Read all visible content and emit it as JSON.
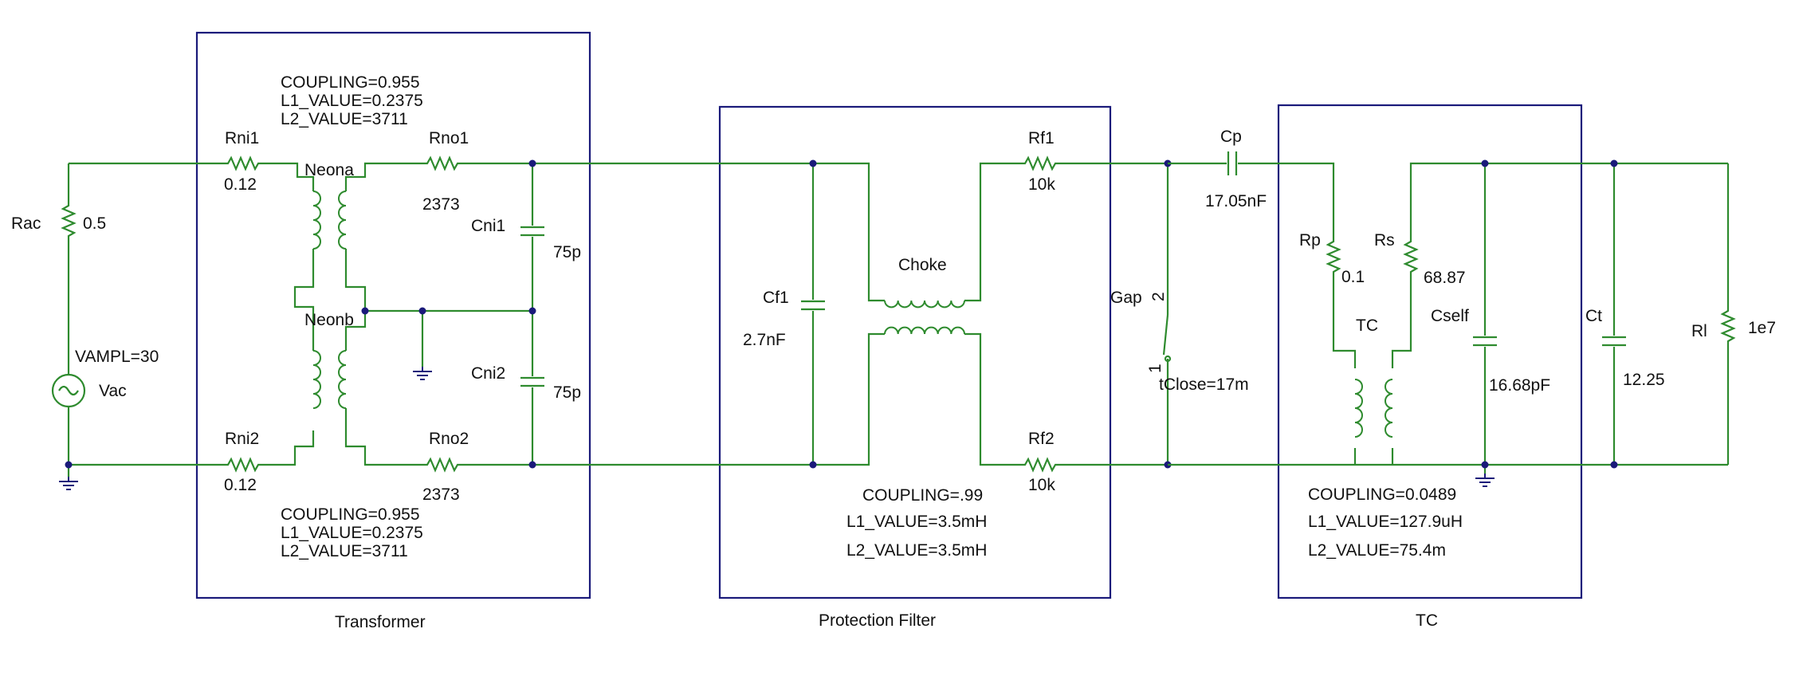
{
  "colors": {
    "wire": "#2e8b2e",
    "frame": "#1a1a7a",
    "text": "#111111",
    "background": "#ffffff"
  },
  "blocks": {
    "transformer": "Transformer",
    "filter": "Protection Filter",
    "tc": "TC"
  },
  "source": {
    "rac_name": "Rac",
    "rac_value": "0.5",
    "vac_name": "Vac",
    "vampl": "VAMPL=30"
  },
  "transformer": {
    "rni1_name": "Rni1",
    "rni1_value": "0.12",
    "rni2_name": "Rni2",
    "rni2_value": "0.12",
    "rno1_name": "Rno1",
    "rno1_value": "2373",
    "rno2_name": "Rno2",
    "rno2_value": "2373",
    "neona": "Neona",
    "neonb": "Neonb",
    "cni1_name": "Cni1",
    "cni1_value": "75p",
    "cni2_name": "Cni2",
    "cni2_value": "75p",
    "top_coupling": "COUPLING=0.955",
    "top_l1": "L1_VALUE=0.2375",
    "top_l2": "L2_VALUE=3711",
    "bot_coupling": "COUPLING=0.955",
    "bot_l1": "L1_VALUE=0.2375",
    "bot_l2": "L2_VALUE=3711"
  },
  "filter": {
    "cf1_name": "Cf1",
    "cf1_value": "2.7nF",
    "choke": "Choke",
    "rf1_name": "Rf1",
    "rf1_value": "10k",
    "rf2_name": "Rf2",
    "rf2_value": "10k",
    "coupling": "COUPLING=.99",
    "l1": "L1_VALUE=3.5mH",
    "l2": "L2_VALUE=3.5mH"
  },
  "gap": {
    "name": "Gap",
    "pin2": "2",
    "pin1": "1",
    "tclose": "tClose=17m"
  },
  "cp": {
    "name": "Cp",
    "value": "17.05nF"
  },
  "tc": {
    "rp_name": "Rp",
    "rp_value": "0.1",
    "rs_name": "Rs",
    "rs_value": "68.87",
    "tc_name": "TC",
    "cself_name": "Cself",
    "cself_value": "16.68pF",
    "coupling": "COUPLING=0.0489",
    "l1": "L1_VALUE=127.9uH",
    "l2": "L2_VALUE=75.4m"
  },
  "load": {
    "ct_name": "Ct",
    "ct_value": "12.25",
    "rl_name": "Rl",
    "rl_value": "1e7"
  }
}
